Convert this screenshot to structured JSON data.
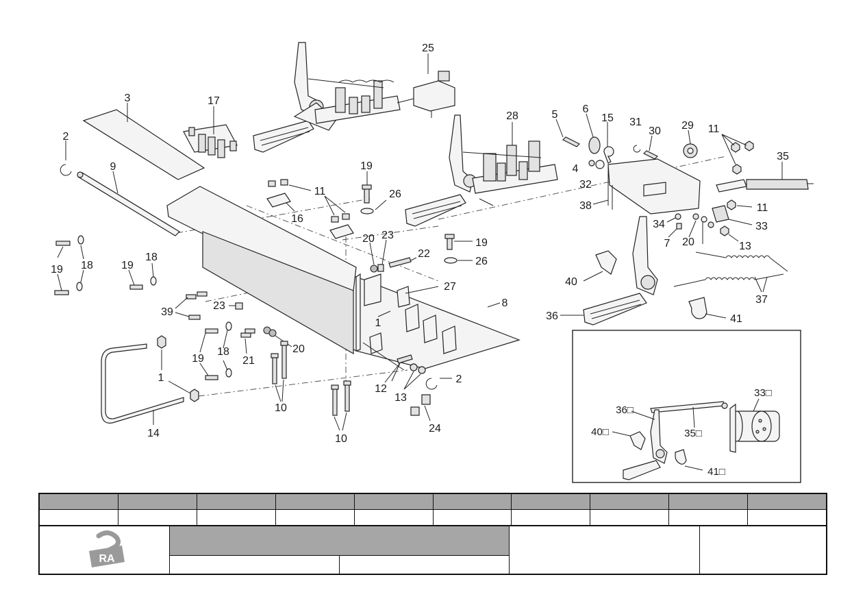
{
  "callouts": {
    "c2a": "2",
    "c3": "3",
    "c9": "9",
    "c17": "17",
    "c25": "25",
    "c28": "28",
    "c5": "5",
    "c6": "6",
    "c15": "15",
    "c31": "31",
    "c30": "30",
    "c29": "29",
    "c11a": "11",
    "c35": "35",
    "c4": "4",
    "c32": "32",
    "c38": "38",
    "c11b": "11",
    "c33": "33",
    "c34": "34",
    "c7": "7",
    "c20a": "20",
    "c13a": "13",
    "c19a": "19",
    "c26a": "26",
    "c11c": "11",
    "c16": "16",
    "c20b": "20",
    "c23a": "23",
    "c22": "22",
    "c19b": "19",
    "c26b": "26",
    "c27": "27",
    "c8": "8",
    "c1a": "1",
    "c19c": "19",
    "c18a": "18",
    "c19d": "19",
    "c18b": "18",
    "c39": "39",
    "c23b": "23",
    "c19e": "19",
    "c18c": "18",
    "c21": "21",
    "c20c": "20",
    "c1b": "1",
    "c12": "12",
    "c13b": "13",
    "c2b": "2",
    "c10a": "10",
    "c10b": "10",
    "c24": "24",
    "c14": "14",
    "c40": "40",
    "c36": "36",
    "c37": "37",
    "c41": "41"
  },
  "inset": {
    "c33": "33□",
    "c36": "36□",
    "c35": "35□",
    "c40": "40□",
    "c41": "41□"
  },
  "title_block": {
    "logo_text": "RA"
  },
  "colors": {
    "line": "#222222",
    "header_fill": "#a6a6a6",
    "logo_fill": "#9a9a9a"
  },
  "icons": {
    "logo": "company-logo-icon"
  }
}
